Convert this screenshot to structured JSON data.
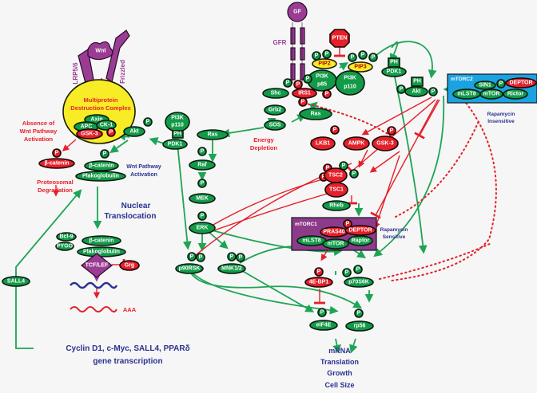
{
  "diagram": {
    "title": "PI3K/Akt/mTOR and Wnt signaling pathway",
    "colors": {
      "activating": "#1ea455",
      "inhibitory": "#e4202a",
      "receptor": "#9b3c94",
      "complex_yellow": "#f7ec25",
      "mtorc2_box": "#1aa3e0",
      "mtorc1_box": "#8e3a8a",
      "label_blue": "#2a3290"
    },
    "wnt": {
      "ligand": "Wnt",
      "receptor_left": "LRP5/6",
      "receptor_right": "Frizzled",
      "complex_title_1": "Multiprotein",
      "complex_title_2": "Destruction Complex",
      "axin": "Axin",
      "apc": "APC",
      "ck1": "CK-1",
      "gsk3": "GSK-3",
      "absence_1": "Absence of",
      "absence_2": "Wnt Pathway",
      "absence_3": "Activation",
      "bcat_p": "β-catenin",
      "proteasomal_1": "Proteosomal",
      "proteasomal_2": "Degradation",
      "bcat": "β-catenin",
      "plakoglobin": "Plakoglobulin",
      "activation_1": "Wnt Pathway",
      "activation_2": "Activation",
      "nuclear_1": "Nuclear",
      "nuclear_2": "Translocation",
      "bcl9": "Bcl-9",
      "pygo": "PYGO",
      "bcat2": "β-catenin",
      "plakoglobin2": "Plakoglobulin",
      "tcf": "TCF/LEF",
      "grg": "Grg",
      "aaa": "AAA",
      "sall4": "SALL4",
      "genes_1": "Cyclin D1, c-Myc, SALL4, PPARδ",
      "genes_2": "gene transcription"
    },
    "akt_left": {
      "akt": "Akt",
      "p": "P"
    },
    "ras_branch": {
      "pi3k_1": "PI3K",
      "pi3k_2": "p110",
      "ph": "PH",
      "pdk1": "PDK1",
      "ras": "Ras",
      "raf": "Raf",
      "mek": "MEK",
      "erk": "ERK",
      "p90": "p90RSK",
      "mnk": "MNK1/2"
    },
    "gf": {
      "gf": "GF",
      "gfr": "GFR",
      "pten": "PTEN",
      "pip2": "PIP2",
      "pip3": "PIP3",
      "pi3k85_1": "PI3K",
      "pi3k85_2": "p85",
      "pi3k110_1": "PI3K",
      "pi3k110_2": "p110",
      "shc": "Shc",
      "irs1": "IRS1",
      "grb2": "Grb2",
      "sos": "SOS",
      "ras": "Ras"
    },
    "energy": {
      "label_1": "Energy",
      "label_2": "Depletion",
      "lkb1": "LKB1",
      "ampk": "AMPK",
      "gsk3": "GSK-3",
      "tsc2": "TSC2",
      "tsc1": "TSC1",
      "rheb": "Rheb"
    },
    "right": {
      "ph1": "PH",
      "pdk1": "PDK1",
      "ph2": "PH",
      "akt": "Akt",
      "mtorc2": "mTORC2",
      "sin1": "SIN1",
      "deptor": "DEPTOR",
      "mlst8": "mLST8",
      "mtor": "mTOR",
      "rictor": "Rictor",
      "insensitive_1": "Rapamycin",
      "insensitive_2": "Insensitive"
    },
    "mtorc1": {
      "title": "mTORC1",
      "pras40": "PRAS40",
      "deptor": "DEPTOR",
      "mlst8": "mLST8",
      "mtor": "mTOR",
      "raptor": "Raptor",
      "sensitive_1": "Rapamycin",
      "sensitive_2": "Sensitive",
      "ebp1": "4E-BP1",
      "p70": "p70S6K",
      "eif4e": "eIF4E",
      "rp56": "rp56"
    },
    "output": {
      "l1": "mRNA",
      "l2": "Translation",
      "l3": "Growth",
      "l4": "Cell Size"
    },
    "phospho": "P"
  }
}
